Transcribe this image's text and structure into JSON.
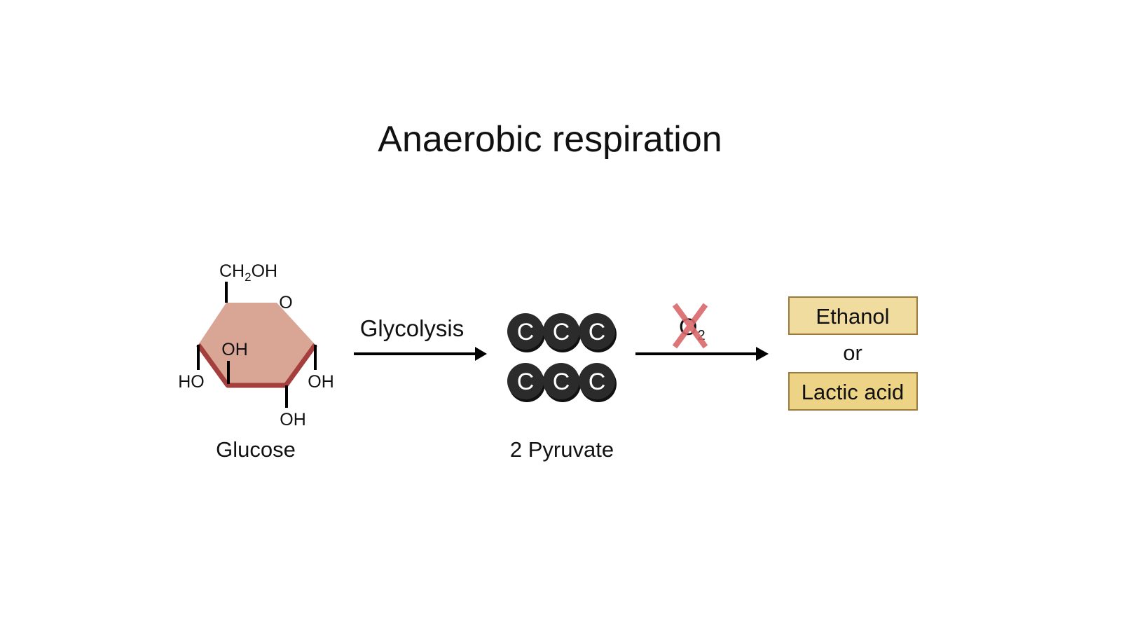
{
  "title": "Anaerobic respiration",
  "glucose": {
    "label": "Glucose",
    "ch2oh_ch": "CH",
    "ch2oh_sub": "2",
    "ch2oh_oh": "OH",
    "ring_o": "O",
    "oh_top": "OH",
    "ho_left": "HO",
    "oh_right": "OH",
    "oh_bottom": "OH",
    "fill_color": "#d9a696",
    "edge_color": "#a43f3e"
  },
  "arrow1_label": "Glycolysis",
  "pyruvate": {
    "label": "2 Pyruvate",
    "atoms": [
      [
        "C",
        "C",
        "C"
      ],
      [
        "C",
        "C",
        "C"
      ]
    ],
    "atom_color": "#2b2b2b"
  },
  "oxygen": {
    "symbol": "O",
    "subscript": "2",
    "cross_color": "#d9686a"
  },
  "products": {
    "option1": "Ethanol",
    "connector": "or",
    "option2": "Lactic acid",
    "box1_color": "#f1dca0",
    "box2_color": "#ecd386",
    "border_color": "#9b7a3c"
  }
}
